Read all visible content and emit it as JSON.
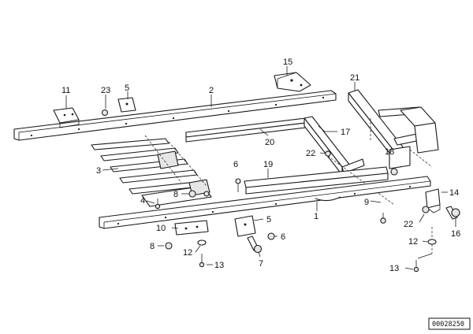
{
  "diagram": {
    "doc_number": "00028250",
    "callouts": [
      {
        "id": "c-11",
        "label": "11"
      },
      {
        "id": "c-23",
        "label": "23"
      },
      {
        "id": "c-5-top",
        "label": "5"
      },
      {
        "id": "c-2",
        "label": "2"
      },
      {
        "id": "c-15",
        "label": "15"
      },
      {
        "id": "c-21",
        "label": "21"
      },
      {
        "id": "c-17",
        "label": "17"
      },
      {
        "id": "c-20",
        "label": "20"
      },
      {
        "id": "c-22-mid",
        "label": "22"
      },
      {
        "id": "c-18",
        "label": "18"
      },
      {
        "id": "c-19",
        "label": "19"
      },
      {
        "id": "c-3",
        "label": "3"
      },
      {
        "id": "c-8-mid",
        "label": "8"
      },
      {
        "id": "c-6-mid",
        "label": "6"
      },
      {
        "id": "c-4",
        "label": "4"
      },
      {
        "id": "c-9",
        "label": "9"
      },
      {
        "id": "c-14",
        "label": "14"
      },
      {
        "id": "c-1",
        "label": "1"
      },
      {
        "id": "c-22-right",
        "label": "22"
      },
      {
        "id": "c-16",
        "label": "16"
      },
      {
        "id": "c-10",
        "label": "10"
      },
      {
        "id": "c-5-bottom",
        "label": "5"
      },
      {
        "id": "c-6-bottom",
        "label": "6"
      },
      {
        "id": "c-8-bottom",
        "label": "8"
      },
      {
        "id": "c-12-left",
        "label": "12"
      },
      {
        "id": "c-7",
        "label": "7"
      },
      {
        "id": "c-13-left",
        "label": "13"
      },
      {
        "id": "c-12-right",
        "label": "12"
      },
      {
        "id": "c-13-right",
        "label": "13"
      }
    ]
  }
}
